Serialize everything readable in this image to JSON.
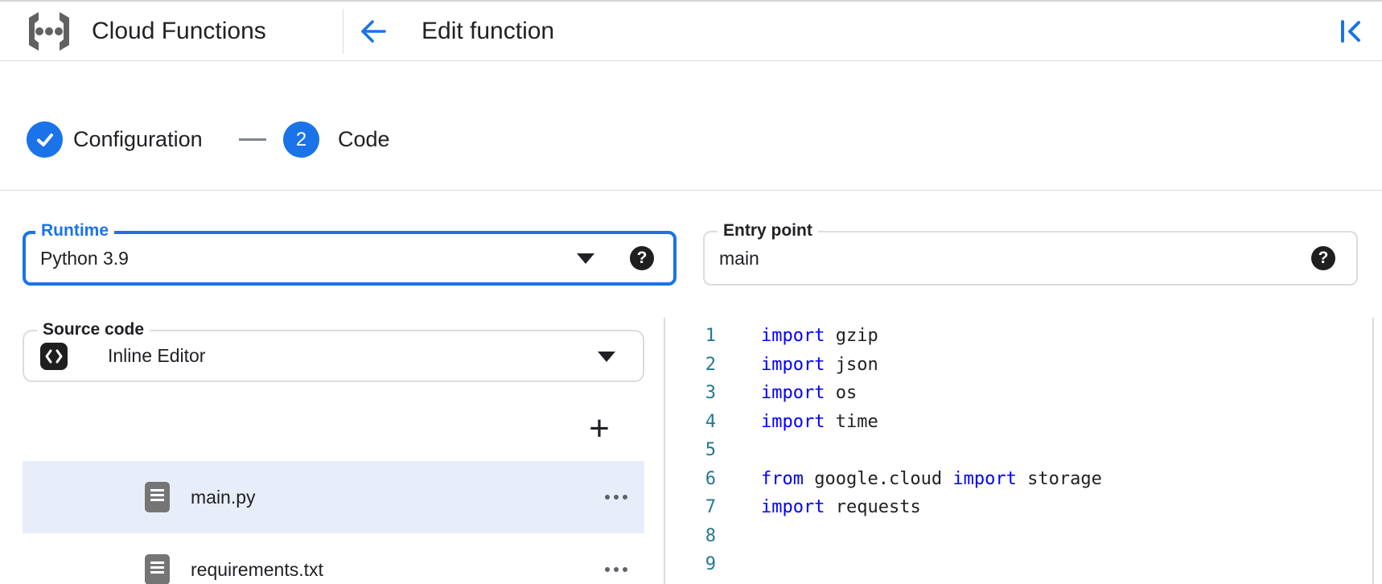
{
  "header": {
    "product_name": "Cloud Functions",
    "page_title": "Edit function",
    "icons": {
      "logo": "cloud-functions-logo",
      "back": "arrow-back",
      "collapse": "collapse-panel-left"
    }
  },
  "stepper": {
    "steps": [
      {
        "label": "Configuration",
        "state": "complete",
        "indicator": "check"
      },
      {
        "label": "Code",
        "state": "current",
        "indicator": "2"
      }
    ],
    "connector": "dash"
  },
  "form": {
    "runtime": {
      "label": "Runtime",
      "value": "Python 3.9",
      "focused": true,
      "help_icon": "?"
    },
    "entry_point": {
      "label": "Entry point",
      "value": "main",
      "help_icon": "?"
    },
    "source_code": {
      "label": "Source code",
      "value": "Inline Editor",
      "icon": "code-brackets"
    }
  },
  "file_panel": {
    "add_button_label": "+",
    "files": [
      {
        "name": "main.py",
        "selected": true
      },
      {
        "name": "requirements.txt",
        "selected": false
      }
    ]
  },
  "editor": {
    "language": "python",
    "colors": {
      "keyword": "#0000ff",
      "line_number": "#237893",
      "text": "#202124"
    },
    "lines": [
      {
        "n": "1",
        "tokens": [
          {
            "t": "kw",
            "s": "import"
          },
          {
            "t": "p",
            "s": " gzip"
          }
        ]
      },
      {
        "n": "2",
        "tokens": [
          {
            "t": "kw",
            "s": "import"
          },
          {
            "t": "p",
            "s": " json"
          }
        ]
      },
      {
        "n": "3",
        "tokens": [
          {
            "t": "kw",
            "s": "import"
          },
          {
            "t": "p",
            "s": " os"
          }
        ]
      },
      {
        "n": "4",
        "tokens": [
          {
            "t": "kw",
            "s": "import"
          },
          {
            "t": "p",
            "s": " time"
          }
        ]
      },
      {
        "n": "5",
        "tokens": []
      },
      {
        "n": "6",
        "tokens": [
          {
            "t": "kw",
            "s": "from"
          },
          {
            "t": "p",
            "s": " google.cloud "
          },
          {
            "t": "kw",
            "s": "import"
          },
          {
            "t": "p",
            "s": " storage"
          }
        ]
      },
      {
        "n": "7",
        "tokens": [
          {
            "t": "kw",
            "s": "import"
          },
          {
            "t": "p",
            "s": " requests"
          }
        ]
      },
      {
        "n": "8",
        "tokens": []
      },
      {
        "n": "9",
        "tokens": []
      }
    ]
  },
  "colors": {
    "accent_blue": "#1a73e8",
    "selected_row_bg": "#e8eef9",
    "divider": "#dadce0",
    "icon_gray": "#5f6368"
  }
}
